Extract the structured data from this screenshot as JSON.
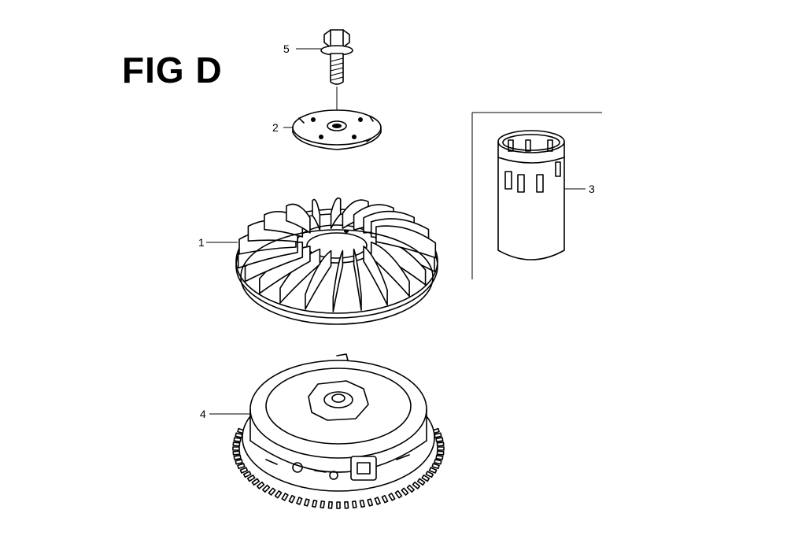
{
  "figure": {
    "title": "FIG D"
  },
  "callouts": [
    {
      "id": "part-5",
      "label": "5"
    },
    {
      "id": "part-2",
      "label": "2"
    },
    {
      "id": "part-1",
      "label": "1"
    },
    {
      "id": "part-3",
      "label": "3"
    },
    {
      "id": "part-4",
      "label": "4"
    }
  ],
  "parts": [
    {
      "number": "1",
      "icon": "cooling-fan-icon"
    },
    {
      "number": "2",
      "icon": "fan-plate-icon"
    },
    {
      "number": "3",
      "icon": "cylindrical-sleeve-icon"
    },
    {
      "number": "4",
      "icon": "flywheel-icon"
    },
    {
      "number": "5",
      "icon": "flange-bolt-icon"
    }
  ],
  "colors": {
    "line": "#000000",
    "background": "#ffffff"
  }
}
